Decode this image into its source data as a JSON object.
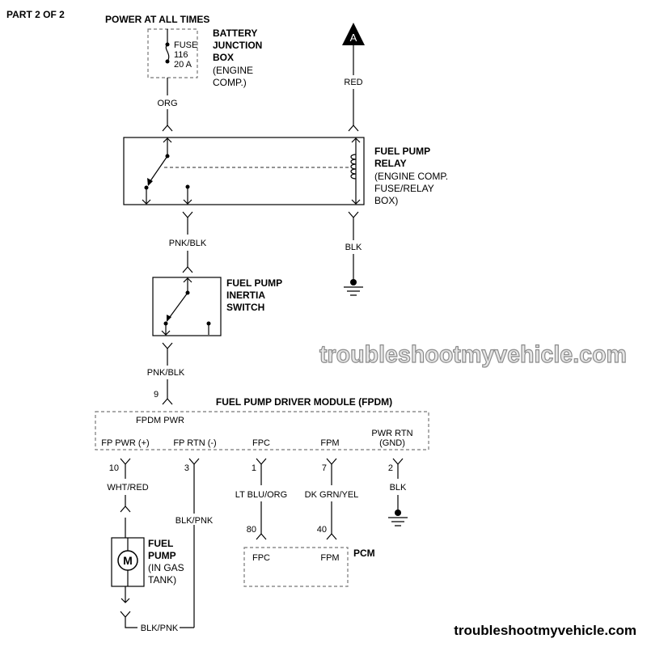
{
  "header": {
    "part": "PART 2 OF 2",
    "power": "POWER AT ALL TIMES"
  },
  "fuse_box": {
    "fuse": "FUSE",
    "number": "116",
    "rating": "20 A",
    "label1": "BATTERY",
    "label2": "JUNCTION",
    "label3": "BOX",
    "label4": "(ENGINE",
    "label5": "COMP.)"
  },
  "connector_a": "A",
  "wires": {
    "org": "ORG",
    "red": "RED",
    "pnk_blk_1": "PNK/BLK",
    "blk_1": "BLK",
    "pnk_blk_2": "PNK/BLK",
    "wht_red": "WHT/RED",
    "blk_pnk_1": "BLK/PNK",
    "lt_blu_org": "LT BLU/ORG",
    "dk_grn_yel": "DK GRN/YEL",
    "blk_2": "BLK",
    "blk_pnk_2": "BLK/PNK"
  },
  "relay": {
    "l1": "FUEL PUMP",
    "l2": "RELAY",
    "l3": "(ENGINE COMP.",
    "l4": "FUSE/RELAY",
    "l5": "BOX)"
  },
  "inertia": {
    "l1": "FUEL PUMP",
    "l2": "INERTIA",
    "l3": "SWITCH"
  },
  "fpdm": {
    "title": "FUEL PUMP DRIVER MODULE (FPDM)",
    "pwr": "FPDM PWR",
    "pins": [
      {
        "label": "FP PWR (+)",
        "num": "10"
      },
      {
        "label": "FP RTN (-)",
        "num": "3"
      },
      {
        "label": "FPC",
        "num": "1"
      },
      {
        "label": "FPM",
        "num": "7"
      },
      {
        "label": "PWR RTN",
        "label2": "(GND)",
        "num": "2"
      }
    ],
    "pin9": "9"
  },
  "pump": {
    "motor": "M",
    "l1": "FUEL",
    "l2": "PUMP",
    "l3": "(IN GAS",
    "l4": "TANK)"
  },
  "pcm": {
    "title": "PCM",
    "fpc": "FPC",
    "fpm": "FPM",
    "pin_fpc": "80",
    "pin_fpm": "40"
  },
  "watermark": "troubleshootmyvehicle.com",
  "footer": "troubleshootmyvehicle.com"
}
